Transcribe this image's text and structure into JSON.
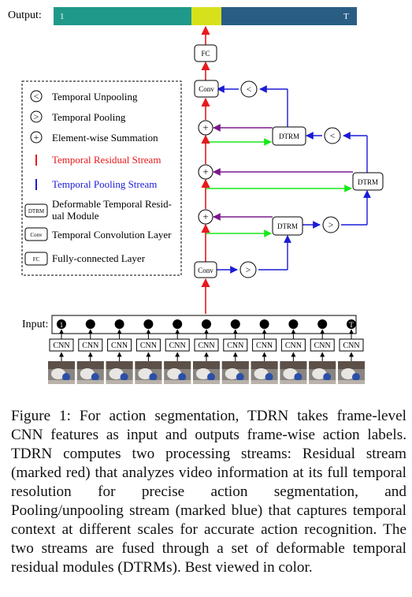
{
  "output": {
    "label": "Output:",
    "start": "1",
    "end": "T",
    "colors": {
      "teal": "#1f998a",
      "yellow": "#d7e11b",
      "navy": "#2a5d84"
    }
  },
  "input": {
    "label": "Input:",
    "first": "1",
    "last": "T",
    "frame_count": 11,
    "cnn_label": "CNN"
  },
  "blocks": {
    "fc": "FC",
    "conv": "Conv",
    "dtrm": "DTRM",
    "unpool": "<",
    "pool": ">",
    "sum": "+"
  },
  "legend": {
    "items": [
      {
        "symbol": "<",
        "text": "Temporal Unpooling"
      },
      {
        "symbol": ">",
        "text": "Temporal Pooling"
      },
      {
        "symbol": "+",
        "text": "Element-wise Summation"
      },
      {
        "text": "Temporal Residual Stream",
        "color": "#e8191b"
      },
      {
        "text": "Temporal Pooling Stream",
        "color": "#1b1bd8"
      },
      {
        "box": "DTRM",
        "text": [
          "Deformable Temporal Resid-",
          "ual Module"
        ]
      },
      {
        "box": "Conv",
        "text": "Temporal Convolution Layer"
      },
      {
        "box": "FC",
        "text": "Fully-connected Layer"
      }
    ]
  },
  "colors": {
    "residual": "#e8191b",
    "pooling": "#1b1bd8",
    "green": "#19e819",
    "purple": "#7a1a8a"
  },
  "caption": "Figure 1: For action segmentation, TDRN takes frame-level CNN features as input and outputs frame-wise action labels. TDRN computes two processing streams: Residual stream (marked red) that analyzes video information at its full temporal resolution for precise action segmentation, and Pooling/unpooling stream (marked blue) that captures temporal context at different scales for accurate action recognition. The two streams are fused through a set of deformable temporal residual modules (DTRMs). Best viewed in color."
}
